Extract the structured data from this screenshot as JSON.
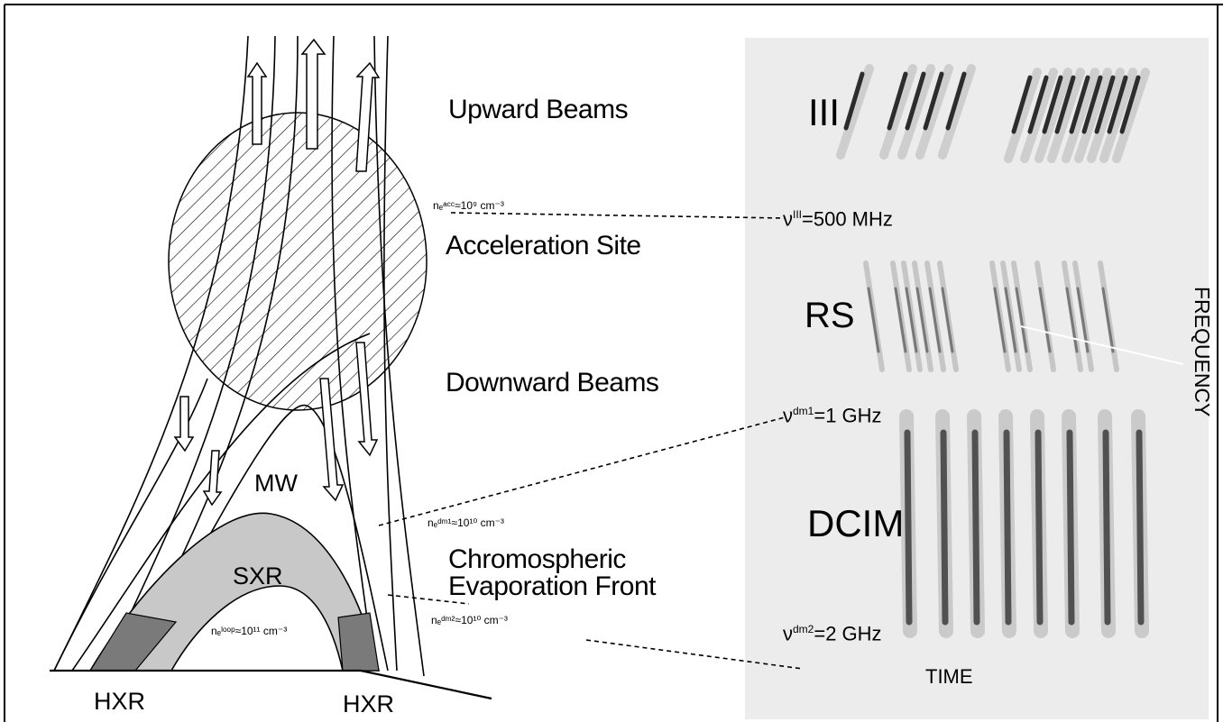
{
  "labels": {
    "upward_beams": "Upward Beams",
    "acceleration_site": "Acceleration Site",
    "downward_beams": "Downward Beams",
    "chromospheric_line1": "Chromospheric",
    "chromospheric_line2": "Evaporation Front",
    "mw": "MW",
    "sxr": "SXR",
    "hxr_left": "HXR",
    "hxr_right": "HXR"
  },
  "density_labels": {
    "acc": "nₑᵃᶜᶜ≈10⁹ cm⁻³",
    "dm1": "nₑᵈᵐ¹≈10¹⁰ cm⁻³",
    "dm2": "nₑᵈᵐ²≈10¹⁰ cm⁻³",
    "loop": "nₑˡᵒᵒᵖ≈10¹¹ cm⁻³"
  },
  "spectrum": {
    "type_iii": "III",
    "rs": "RS",
    "dcim": "DCIM",
    "freq_iii": "ν",
    "freq_iii_sup": "III",
    "freq_iii_val": "=500 MHz",
    "freq_dm1": "ν",
    "freq_dm1_sup": "dm1",
    "freq_dm1_val": "=1 GHz",
    "freq_dm2": "ν",
    "freq_dm2_sup": "dm2",
    "freq_dm2_val": "=2 GHz",
    "axis_time": "TIME",
    "axis_frequency": "FREQUENCY"
  },
  "colors": {
    "panel_bg": "#ececec",
    "sxr_fill": "#c8c8c8",
    "hxr_fill": "#7a7a7a",
    "stroke": "#000000"
  }
}
